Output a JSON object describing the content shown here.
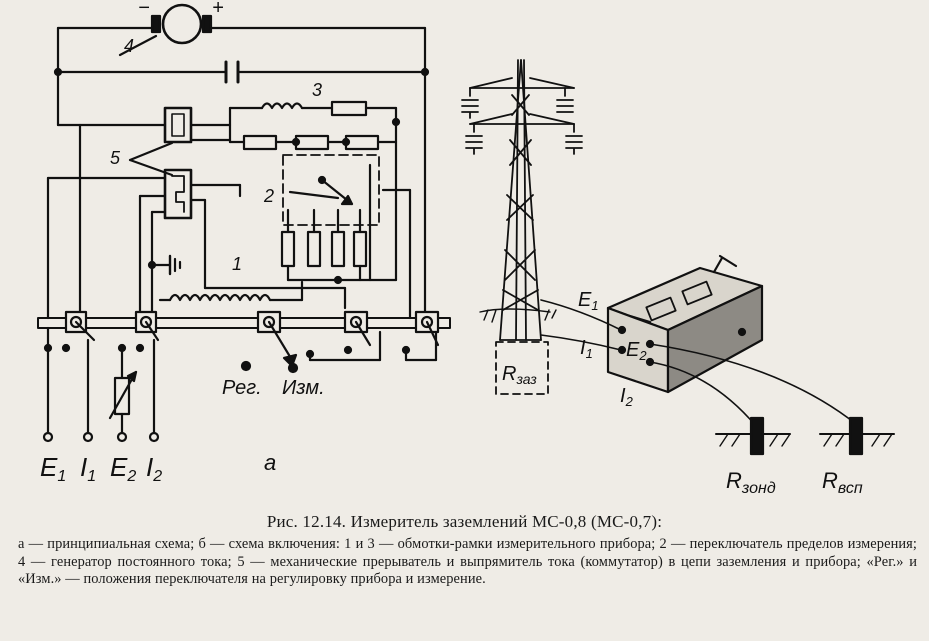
{
  "figure": {
    "labels": {
      "motor_minus": "−",
      "motor_plus": "+",
      "num_4": "4",
      "num_3": "3",
      "num_5": "5",
      "num_2": "2",
      "num_1": "1",
      "reg": "Рег.",
      "izm": "Изм.",
      "part_a": "а",
      "term_E1": "E",
      "term_E1_sub": "1",
      "term_I1": "I",
      "term_I1_sub": "1",
      "term_E2": "E",
      "term_E2_sub": "2",
      "term_I2": "I",
      "term_I2_sub": "2",
      "b_E1": "E",
      "b_E1_sub": "1",
      "b_I1": "I",
      "b_I1_sub": "1",
      "b_E2": "E",
      "b_E2_sub": "2",
      "b_I2": "I",
      "b_I2_sub": "2",
      "r_zaz": "R",
      "r_zaz_sub": "заз",
      "r_zond": "R",
      "r_zond_sub": "зонд",
      "r_vsp": "R",
      "r_vsp_sub": "всп"
    }
  },
  "caption": {
    "title": "Рис. 12.14. Измеритель заземлений МС-0,8 (МС-0,7):",
    "text": "а — принципиальная схема; б — схема включения: 1 и 3 — обмотки-рамки измерительного прибора; 2 — переключатель пределов измерения; 4 — генератор постоянного тока; 5 — механические прерыватель и выпрямитель тока (коммутатор) в цепи заземления и прибора; «Рег.» и «Изм.» — положения переключателя на регулировку прибора и измерение."
  }
}
